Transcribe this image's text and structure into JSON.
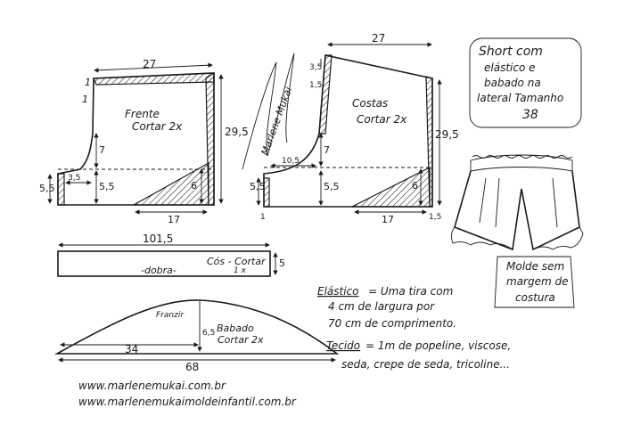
{
  "front": {
    "title": "Frente",
    "subtitle": "Cortar 2x",
    "width_top": "27",
    "height": "29,5",
    "crotch_depth": "7",
    "side_5_5_left": "5,5",
    "side_5_5_inner": "5,5",
    "crotch_ext": "3,5",
    "hem_run": "17",
    "hatch_h": "6",
    "corner_a": "1",
    "corner_b": "1"
  },
  "back": {
    "title": "Costas",
    "subtitle": "Cortar 2x",
    "width_top": "27",
    "height": "29,5",
    "raise": "3,5",
    "corner_1_5": "1,5",
    "crotch_depth": "7",
    "crotch_ext": "10,5",
    "side_5_5_left": "5,5",
    "side_5_5_inner": "5,5",
    "hem_run": "17",
    "hatch_h": "6",
    "bottom_1": "1",
    "bottom_1_5": "1,5"
  },
  "waistband": {
    "length": "101,5",
    "label": "Cós - Cortar",
    "count": "1 x",
    "fold": "-dobra-",
    "height": "5"
  },
  "ruffle": {
    "gather": "Franzir",
    "height": "6,5",
    "title": "Babado",
    "subtitle": "Cortar 2x",
    "half": "34",
    "full": "68"
  },
  "info": {
    "title_lines": [
      "Short com",
      "elástico e",
      "babado na",
      "lateral Tamanho",
      "38"
    ],
    "seam_note": [
      "Molde sem",
      "margem de",
      "costura"
    ],
    "elastic_label": "Elástico",
    "elastic_lines": [
      "= Uma tira com",
      "4 cm de largura por",
      "70 cm de comprimento."
    ],
    "fabric_label": "Tecido",
    "fabric_lines": [
      "= 1m de popeline, viscose,",
      "seda, crepe de seda, tricoline..."
    ]
  },
  "footer": {
    "url1": "www.marlenemukai.com.br",
    "url2": "www.marlenemukaimoldeinfantil.com.br"
  },
  "signature": "Marlene Mukai"
}
